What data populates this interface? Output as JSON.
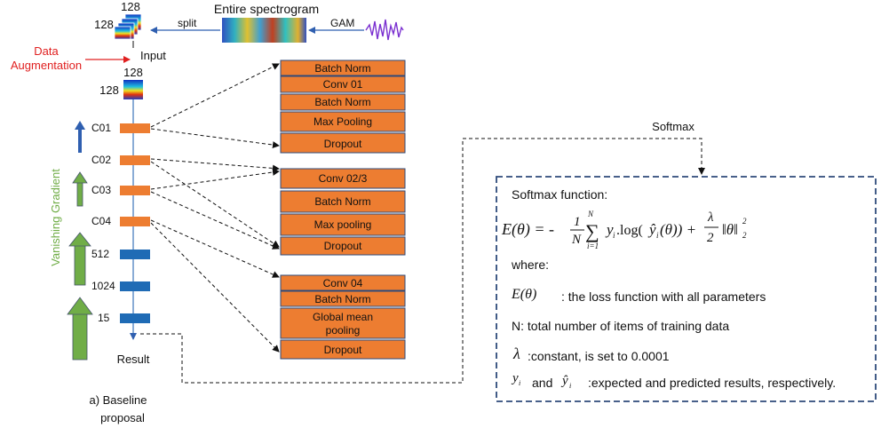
{
  "top": {
    "spectrogram_title": "Entire spectrogram",
    "gam_label": "GAM",
    "split_label": "split",
    "input_label": "Input",
    "dim_128_a": "128",
    "dim_128_b": "128",
    "dim_128_c": "128",
    "dim_128_d": "128"
  },
  "augmentation": {
    "line1": "Data",
    "line2": "Augmentation",
    "color": "#e02020"
  },
  "network": {
    "layers": [
      "C01",
      "C02",
      "C03",
      "C04",
      "512",
      "1024",
      "15"
    ],
    "result_label": "Result",
    "caption_line1": "a) Baseline",
    "caption_line2": "proposal",
    "gradient_label": "Vanishing Gradient",
    "gradient_color": "#70ad47",
    "orange": "#ed7d31",
    "blue": "#1f6bb5"
  },
  "blocks": {
    "block1": [
      "Batch Norm",
      "Conv 01",
      "Batch Norm",
      "Max Pooling",
      "Dropout"
    ],
    "block2": [
      "Conv 02/3",
      "Batch Norm",
      "Max pooling",
      "Dropout"
    ],
    "block3": [
      "Conv 04",
      "Batch Norm",
      "Global mean",
      "pooling",
      "Dropout"
    ]
  },
  "softmax": {
    "top_label": "Softmax",
    "panel_title": "Softmax function:",
    "where": "where:",
    "loss_desc": ": the loss function with all parameters",
    "n_desc": "N: total number of items of training data",
    "lambda_desc": ":constant, is set to 0.0001",
    "and_word": "and",
    "pred_desc": ":expected and predicted results, respectively.",
    "border_color": "#2e4a7a"
  }
}
